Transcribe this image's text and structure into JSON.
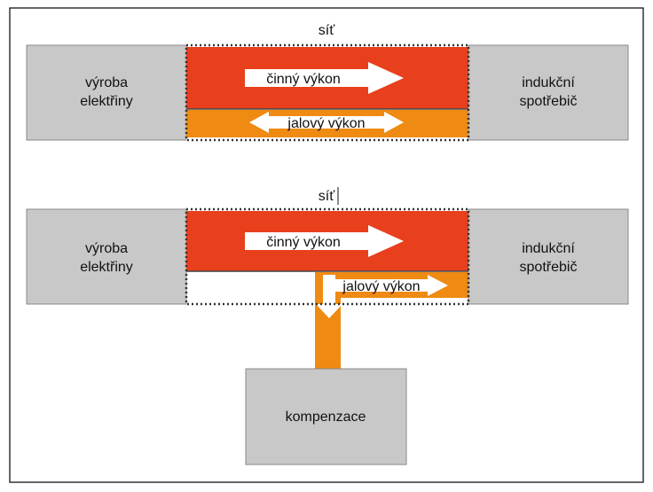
{
  "colors": {
    "frame": "#000000",
    "box_fill": "#c8c8c8",
    "box_stroke": "#888888",
    "active_power": "#e8401c",
    "reactive_power": "#ef8a12",
    "arrow_fill": "#ffffff",
    "grid_border": "#333333"
  },
  "top_scheme": {
    "network_label": "síť",
    "generator_label": [
      "výroba",
      "elektřiny"
    ],
    "consumer_label": [
      "indukční",
      "spotřebič"
    ],
    "active_power_label": "činný výkon",
    "reactive_power_label": "jalový výkon"
  },
  "bottom_scheme": {
    "network_label": "síť",
    "generator_label": [
      "výroba",
      "elektřiny"
    ],
    "consumer_label": [
      "indukční",
      "spotřebič"
    ],
    "active_power_label": "činný výkon",
    "reactive_power_label": "jalový výkon",
    "compensation_label": "kompenzace"
  }
}
